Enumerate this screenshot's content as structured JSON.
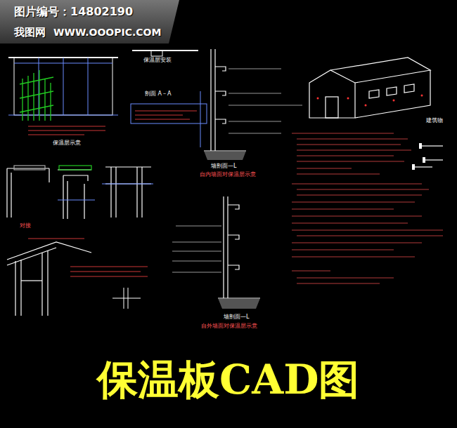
{
  "diagram": {
    "title": "保温板CAD图",
    "labels": [
      "图片编号：14802190",
      "我图网",
      "WWW.OOOPIC.COM",
      "保温层安装",
      "剖面 A－A",
      "墙剖面—L",
      "自内墙面对保温层示意",
      "保温层示意",
      "对接",
      "墙剖面—L",
      "自外墙面对保温层示意",
      "建筑物"
    ]
  }
}
